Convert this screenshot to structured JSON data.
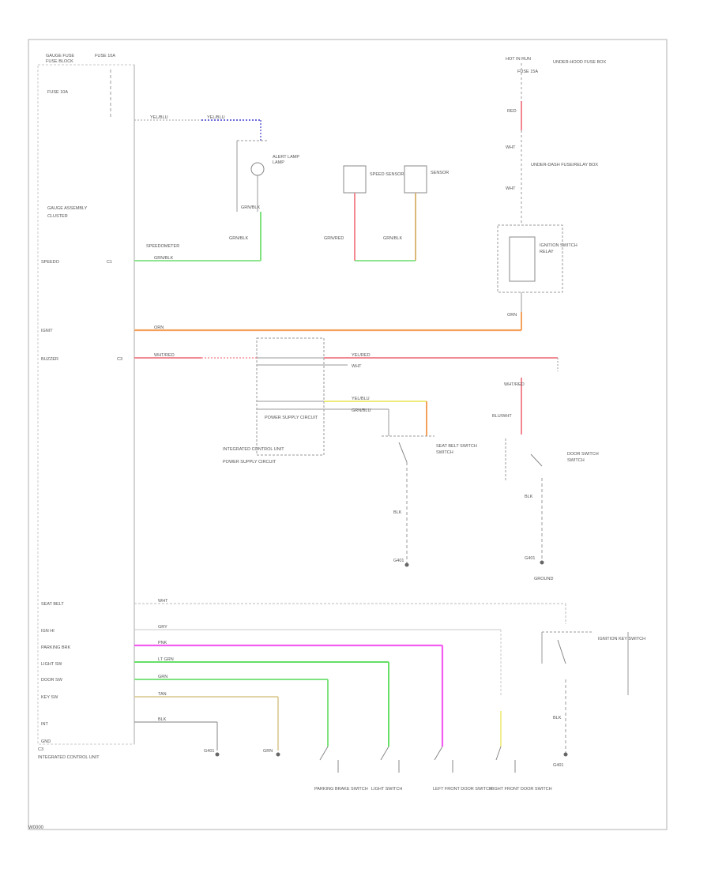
{
  "footer": {
    "code": "W0000"
  },
  "colors": {
    "frame": "#bdbdbd",
    "wire_gray": "#c8c8c8",
    "wire_dark": "#888888",
    "violet": "#3a3acd",
    "green": "#7fe27f",
    "orange": "#f5a05a",
    "pink": "#f07a85",
    "yellow": "#ece86a",
    "tan": "#d9b06a",
    "magenta": "#f25ef2",
    "lime": "#66e066"
  },
  "labels": {
    "left_top_a": "GAUGE FUSE",
    "left_top_b": "FUSE BLOCK",
    "left_fuse": "FUSE 10A",
    "cluster_name": "GAUGE ASSEMBLY",
    "cluster_sub": "CLUSTER",
    "wire_ylwbl": "YEL/BLU",
    "wire_violet_label": "YEL/BLU",
    "lamp_name": "ALERT LAMP",
    "lamp_sub": "LAMP",
    "lamp_wire": "GRN/BLK",
    "left_speed": "SPEEDO",
    "speed_conn": "C1",
    "speed_label": "SPEEDOMETER",
    "speed_wire": "GRN/BLK",
    "sensor1": "SPEED SENSOR",
    "sensor1_wire": "GRN/RED",
    "sensor2": "SENSOR",
    "sensor2_wire": "GRN/BLK",
    "hot_label": "HOT IN RUN",
    "fuse_top": "FUSE 15A",
    "top_right_block": "UNDER-HOOD FUSE BOX",
    "top_right_wire": "RED",
    "mid_right_a": "WHT",
    "mid_right_b": "UNDER-DASH FUSE/RELAY BOX",
    "mid_right_c": "WHT",
    "relay_name": "IGNITION SWITCH",
    "relay_sub": "RELAY",
    "relay_wire": "ORN",
    "left_orn": "IGNIT",
    "orn_wire": "ORN",
    "left_pink": "BUZZER",
    "pink_wire": "WHT/RED",
    "pink_conn": "C3",
    "rear_wire_a": "YEL/RED",
    "rear_wire_b": "WHT",
    "rear_wire_c": "YEL/BLU",
    "rear_wire_d": "GRN/BLU",
    "block_label": "INTEGRATED CONTROL UNIT",
    "block_sub": "POWER SUPPLY CIRCUIT",
    "sw1_name": "SEAT BELT SWITCH",
    "sw1_sub": "SWITCH",
    "sw1_wire": "BLK",
    "sw1_gnd": "G401",
    "sw2_name": "DOOR SWITCH",
    "sw2_sub": "SWITCH",
    "sw2_wire": "BLK",
    "sw2_gnd": "G401",
    "sw2_a": "WHT/RED",
    "sw2_b": "BLU/WHT",
    "gnd_label": "GROUND",
    "bottom_left_a": "GND",
    "bottom_left_rows": [
      "SEAT BELT",
      "IGN HI",
      "PARKING BRK",
      "LIGHT SW",
      "DOOR SW",
      "KEY SW",
      "INT",
      "GND"
    ],
    "bottom_wires": [
      "WHT",
      "GRY",
      "PNK",
      "LT GRN",
      "GRN",
      "TAN",
      "BLK"
    ],
    "bottom_left_conn": "C3",
    "bottom_left_title": "INTEGRATED CONTROL UNIT",
    "g_left": "G401",
    "g_tan": "GRN",
    "sw3_name": "PARKING BRAKE SWITCH",
    "sw4_name": "LIGHT SWITCH",
    "sw5_name": "LEFT FRONT DOOR SWITCH",
    "sw6_name": "RIGHT FRONT DOOR SWITCH",
    "sw7_name": "IGNITION KEY SWITCH",
    "sw7_wire": "BLK",
    "sw7_gnd": "G401"
  }
}
